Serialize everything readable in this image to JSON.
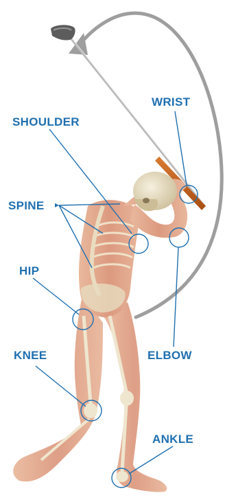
{
  "labels": {
    "shoulder": "SHOULDER",
    "wrist": "WRIST",
    "spine": "SPINE",
    "hip": "HIP",
    "knee": "KNEE",
    "elbow": "ELBOW",
    "ankle": "ANKLE"
  },
  "colors": {
    "label": "#1f6fb0",
    "callout": "#1f6fb0",
    "swing_arrow": "#9e9e9e",
    "skin": "#e7b49a",
    "muscle": "#d9907a",
    "bone": "#efe6cf",
    "club_grip": "#c3611c",
    "club_shaft": "#b5b5b5"
  },
  "icons": {
    "swing_arrow": "curved-arrow-icon",
    "club": "golf-club-icon",
    "figure": "anatomical-golfer-figure"
  }
}
